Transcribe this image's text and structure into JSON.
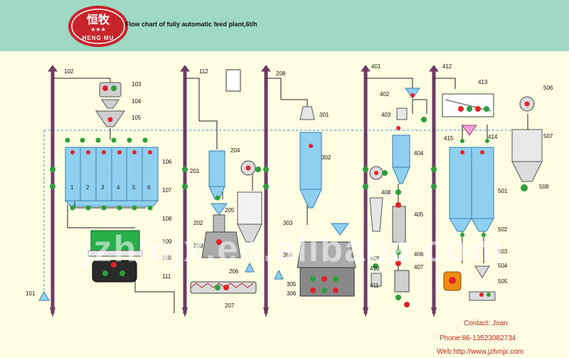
{
  "header": {
    "title": "Flow chart of fully automatic feed plant,6t/h",
    "logo": {
      "chinese": "恒牧",
      "stars": "★★★",
      "english": "HENG MU"
    },
    "background_color": "#9fd9c4"
  },
  "watermark": "jzhmjx.en.alibaba.com",
  "contact": {
    "name": "Contact: Joan",
    "phone": "Phone:86-13523082734",
    "web": "Web:http://www.jzhmjx.com"
  },
  "colors": {
    "equipment_fill": "#8fd0f0",
    "valve_green": "#2e9e3a",
    "valve_red": "#e0242a",
    "elevator_purple": "#6e3b68",
    "mixer_green": "#27b04a",
    "hopper_orange": "#f08c14"
  },
  "labels": {
    "l101": "101",
    "l102": "102",
    "l103": "103",
    "l104": "104",
    "l105": "105",
    "l106": "106",
    "l107": "107",
    "l108": "108",
    "l109": "109",
    "l110": "110",
    "l111": "111",
    "l112": "112",
    "l201": "201",
    "l202": "202",
    "l203": "203",
    "l204": "204",
    "l205": "205",
    "l206": "206",
    "l207": "207",
    "l208": "208",
    "l301": "301",
    "l302": "302",
    "l303": "303",
    "l304": "304",
    "l305": "305",
    "l306": "306",
    "l401": "401",
    "l402": "402",
    "l403": "403",
    "l404": "404",
    "l405": "405",
    "l406": "406",
    "l407": "407",
    "l408": "408",
    "l409": "409",
    "l410": "410",
    "l411": "411",
    "l412": "412",
    "l413": "413",
    "l414": "414",
    "l415": "415",
    "l501": "501",
    "l502": "502",
    "l503": "503",
    "l504": "504",
    "l505": "505",
    "l506": "506",
    "l507": "507",
    "l508": "508"
  },
  "bins": [
    "1",
    "2",
    "3",
    "4",
    "5",
    "6"
  ]
}
